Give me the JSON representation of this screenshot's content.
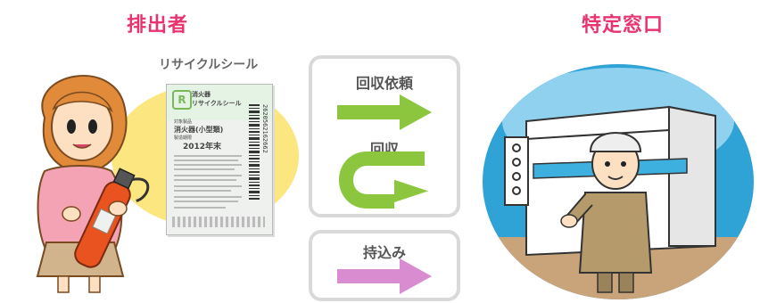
{
  "left": {
    "title": "排出者",
    "sticker_caption": "リサイクルシール",
    "card": {
      "name_line1": "消火器",
      "name_line2": "リサイクルシール",
      "item_label": "対象製品",
      "item_value": "消火器(小型類)",
      "year_label": "製造期限",
      "year_value": "2012年末",
      "barcode": "2620562162662"
    }
  },
  "middle": {
    "label_request": "回収依頼",
    "label_collect": "回収",
    "label_bring": "持込み",
    "colors": {
      "green": "#8cc63f",
      "pink": "#d98ccf",
      "border": "#d9d9d9"
    }
  },
  "right": {
    "title": "特定窓口"
  },
  "icons": [
    "woman-holding-extinguisher-illustration",
    "recycle-sticker-card",
    "arrow-right-icon",
    "u-turn-arrow-icon",
    "store-building-illustration",
    "worker-illustration"
  ]
}
